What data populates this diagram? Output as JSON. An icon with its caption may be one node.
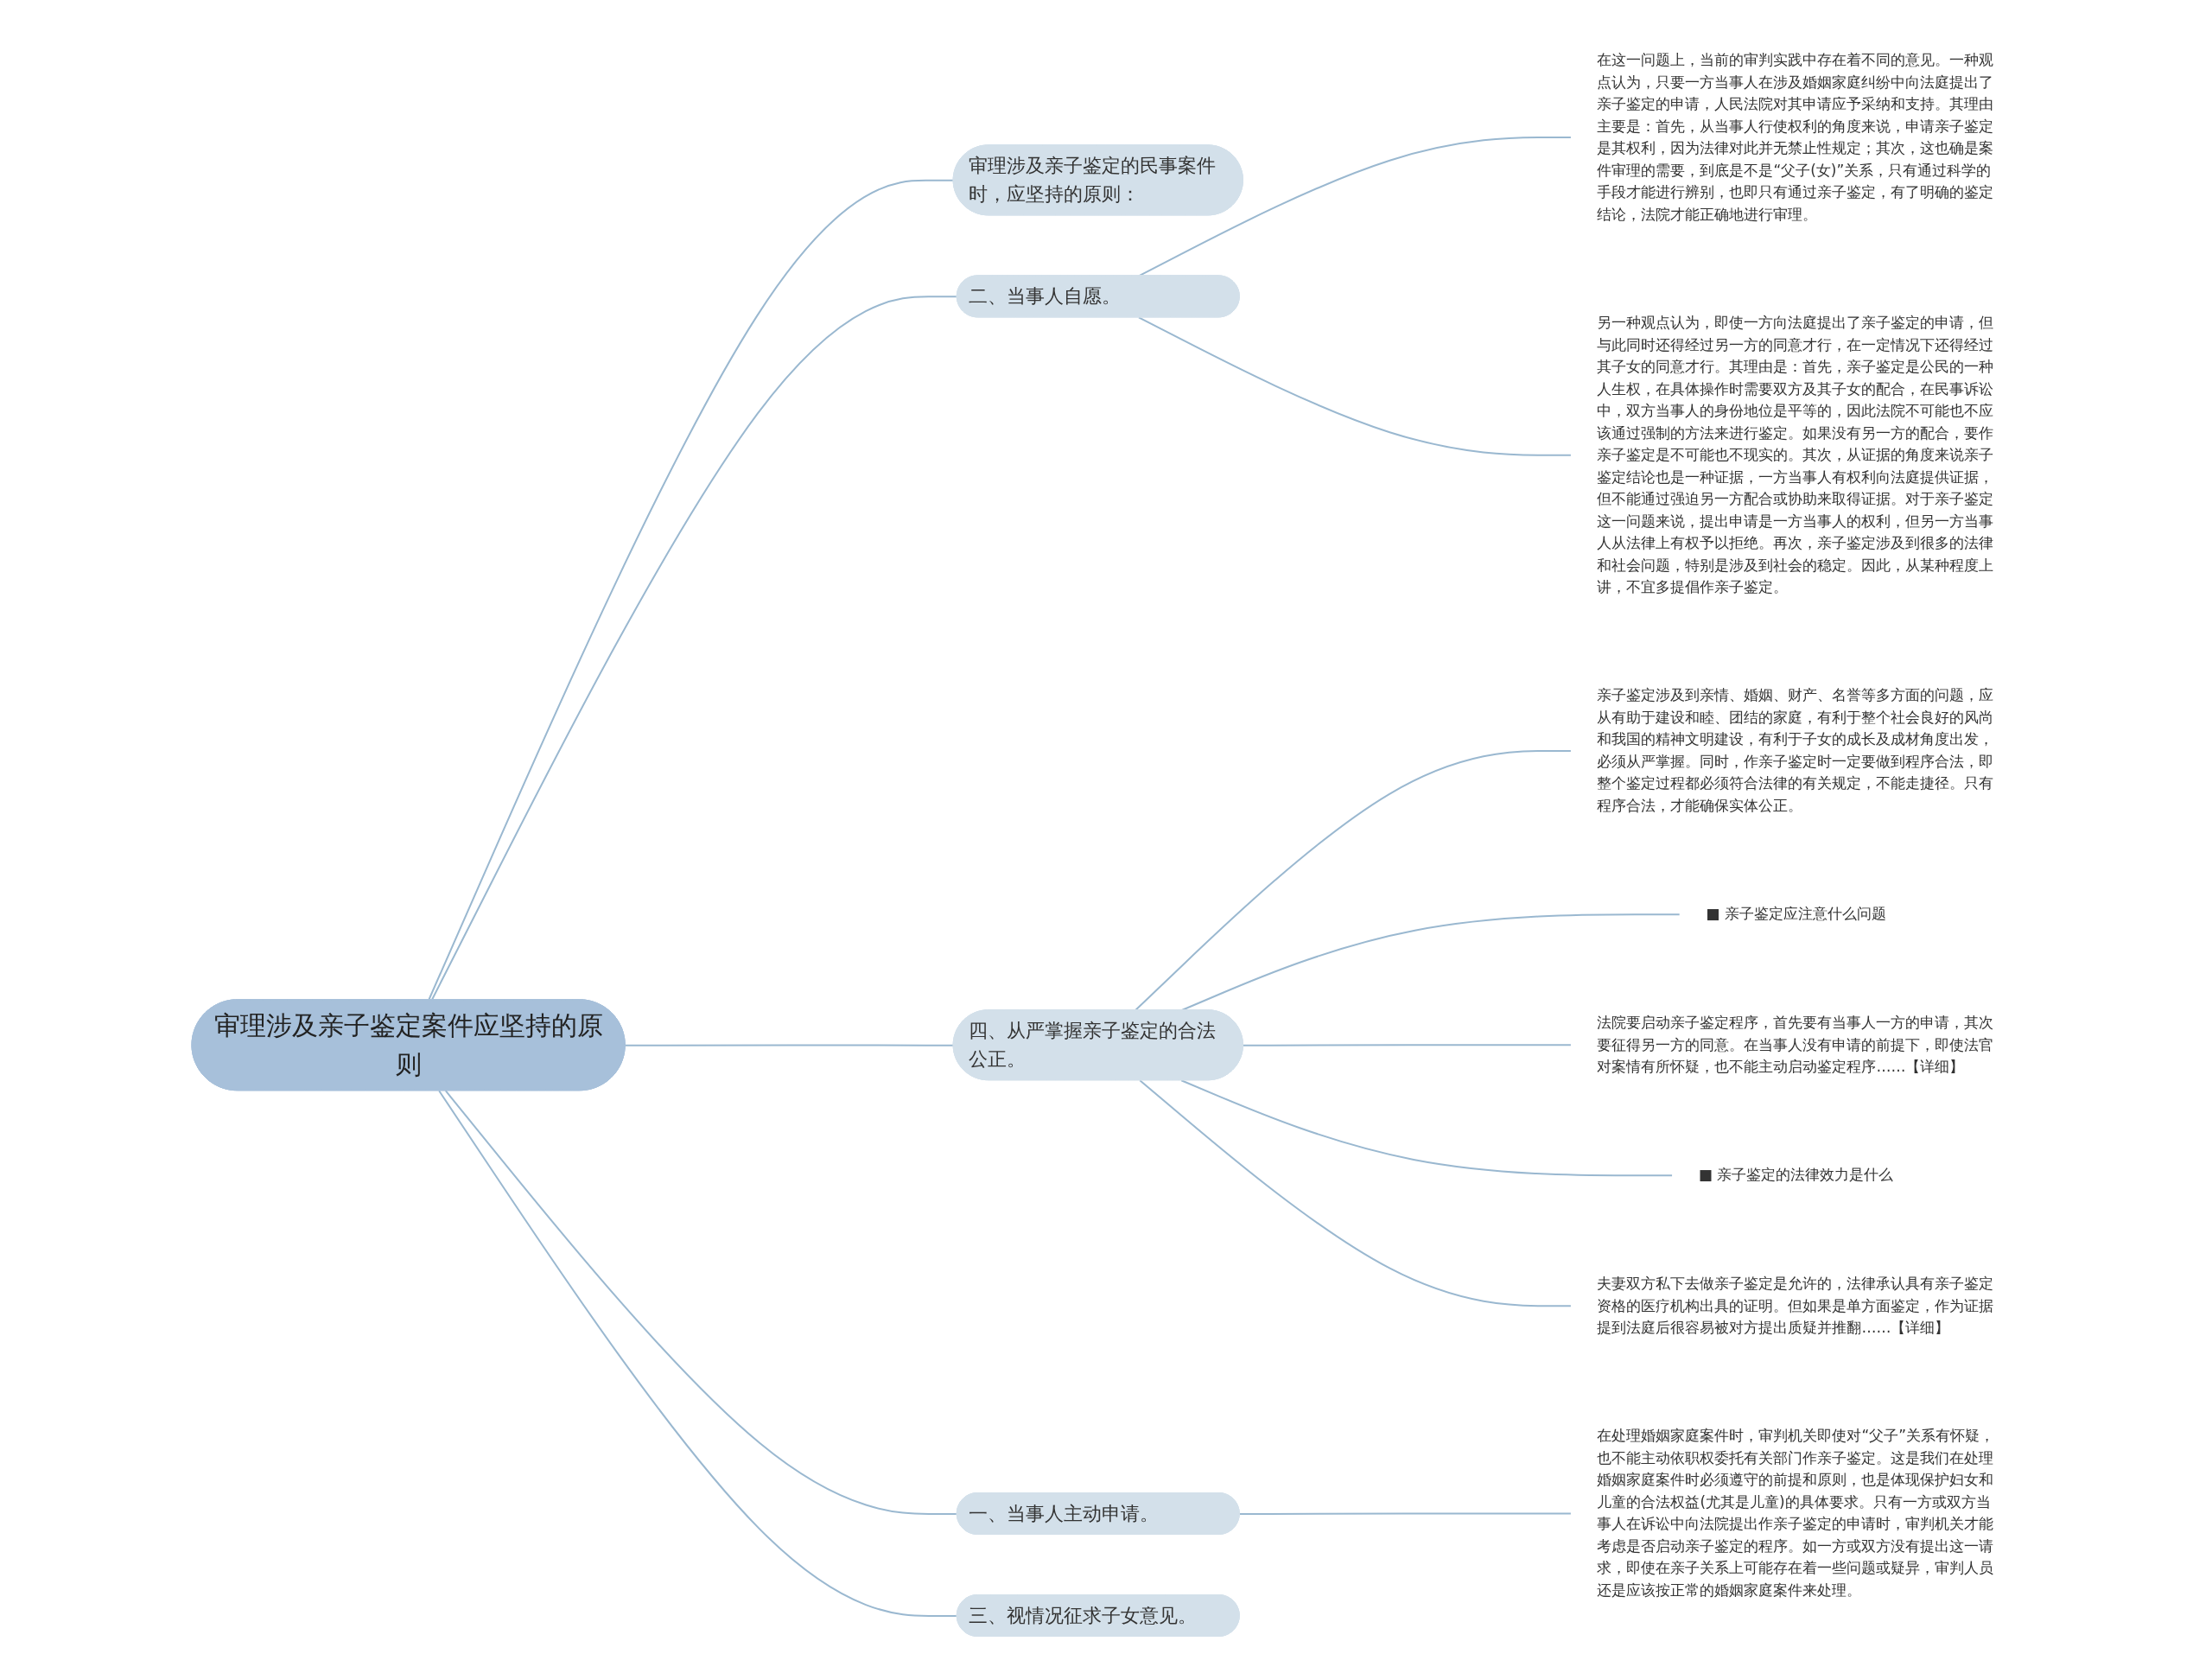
{
  "diagram": {
    "nodes": [
      {
        "text": [
          "审理涉及亲子鉴定案件应坚持的原则"
        ]
      },
      {
        "text": [
          "审理涉及亲子鉴定的民事案件时，应坚持的原则："
        ]
      },
      {
        "text": [
          "二、当事人自愿。"
        ]
      },
      {
        "text": [
          "在这一问题上，当前的审判实践中存在着不同的意见。一种观点认为，只要一方当事人在涉及婚姻家庭纠纷中向法庭提出了亲子鉴定的申请，人民法院对其申请应予采纳和支持。其理由主要是：首先，从当事人行使权利的角度来说，申请亲子鉴定是其权利，因为法律对此并无禁止性规定；其次，这也确是案件审理的需要，到底是不是“父子(女)”关系，只有通过科学的手段才能进行辨别，也即只有通过亲子鉴定，有了明确的鉴定结论，法院才能正确地进行审理。"
        ]
      },
      {
        "text": [
          "另一种观点认为，即使一方向法庭提出了亲子鉴定的申请，但与此同时还得经过另一方的同意才行，在一定情况下还得经过其子女的同意才行。其理由是：首先，亲子鉴定是公民的一种人生权，在具体操作时需要双方及其子女的配合，在民事诉讼中，双方当事人的身份地位是平等的，因此法院不可能也不应该通过强制的方法来进行鉴定。如果没有另一方的配合，要作亲子鉴定是不可能也不现实的。其次，从证据的角度来说亲子鉴定结论也是一种证据，一方当事人有权利向法庭提供证据，但不能通过强迫另一方配合或协助来取得证据。对于亲子鉴定这一问题来说，提出申请是一方当事人的权利，但另一方当事人从法律上有权予以拒绝。再次，亲子鉴定涉及到很多的法律和社会问题，特别是涉及到社会的稳定。因此，从某种程度上讲，不宜多提倡作亲子鉴定。"
        ]
      },
      {
        "text": [
          "四、从严掌握亲子鉴定的合法公正。"
        ]
      },
      {
        "text": [
          "亲子鉴定涉及到亲情、婚姻、财产、名誉等多方面的问题，应从有助于建设和睦、团结的家庭，有利于整个社会良好的风尚和我国的精神文明建设，有利于子女的成长及成材角度出发，必须从严掌握。同时，作亲子鉴定时一定要做到程序合法，即整个鉴定过程都必须符合法律的有关规定，不能走捷径。只有程序合法，才能确保实体公正。"
        ]
      },
      {
        "text": [
          "■ 亲子鉴定应注意什么问题"
        ]
      },
      {
        "text": [
          "法院要启动亲子鉴定程序，首先要有当事人一方的申请，其次要征得另一方的同意。在当事人没有申请的前提下，即使法官对案情有所怀疑，也不能主动启动鉴定程序……【详细】"
        ]
      },
      {
        "text": [
          "■ 亲子鉴定的法律效力是什么"
        ]
      },
      {
        "text": [
          "夫妻双方私下去做亲子鉴定是允许的，法律承认具有亲子鉴定资格的医疗机构出具的证明。但如果是单方面鉴定，作为证据提到法庭后很容易被对方提出质疑并推翻……【详细】"
        ]
      },
      {
        "text": [
          "一、当事人主动申请。"
        ]
      },
      {
        "text": [
          "在处理婚姻家庭案件时，审判机关即使对“父子”关系有怀疑，也不能主动依职权委托有关部门作亲子鉴定。这是我们在处理婚姻家庭案件时必须遵守的前提和原则，也是体现保护妇女和儿童的合法权益(尤其是儿童)的具体要求。只有一方或双方当事人在诉讼中向法院提出作亲子鉴定的申请时，审判机关才能考虑是否启动亲子鉴定的程序。如一方或双方没有提出这一请求，即使在亲子关系上可能存在着一些问题或疑异，审判人员还是应该按正常的婚姻家庭案件来处理。"
        ]
      },
      {
        "text": [
          "三、视情况征求子女意见。"
        ]
      }
    ],
    "edges": [
      {
        "from": 0,
        "to": 1,
        "arrow": "none"
      },
      {
        "from": 0,
        "to": 2,
        "arrow": "none"
      },
      {
        "from": 2,
        "to": 3,
        "arrow": "none"
      },
      {
        "from": 2,
        "to": 4,
        "arrow": "none"
      },
      {
        "from": 0,
        "to": 5,
        "arrow": "none"
      },
      {
        "from": 5,
        "to": 6,
        "arrow": "none"
      },
      {
        "from": 5,
        "to": 7,
        "arrow": "none"
      },
      {
        "from": 5,
        "to": 8,
        "arrow": "none"
      },
      {
        "from": 5,
        "to": 9,
        "arrow": "none"
      },
      {
        "from": 5,
        "to": 10,
        "arrow": "none"
      },
      {
        "from": 0,
        "to": 11,
        "arrow": "none"
      },
      {
        "from": 11,
        "to": 12,
        "arrow": "none"
      },
      {
        "from": 0,
        "to": 13,
        "arrow": "none"
      }
    ]
  }
}
